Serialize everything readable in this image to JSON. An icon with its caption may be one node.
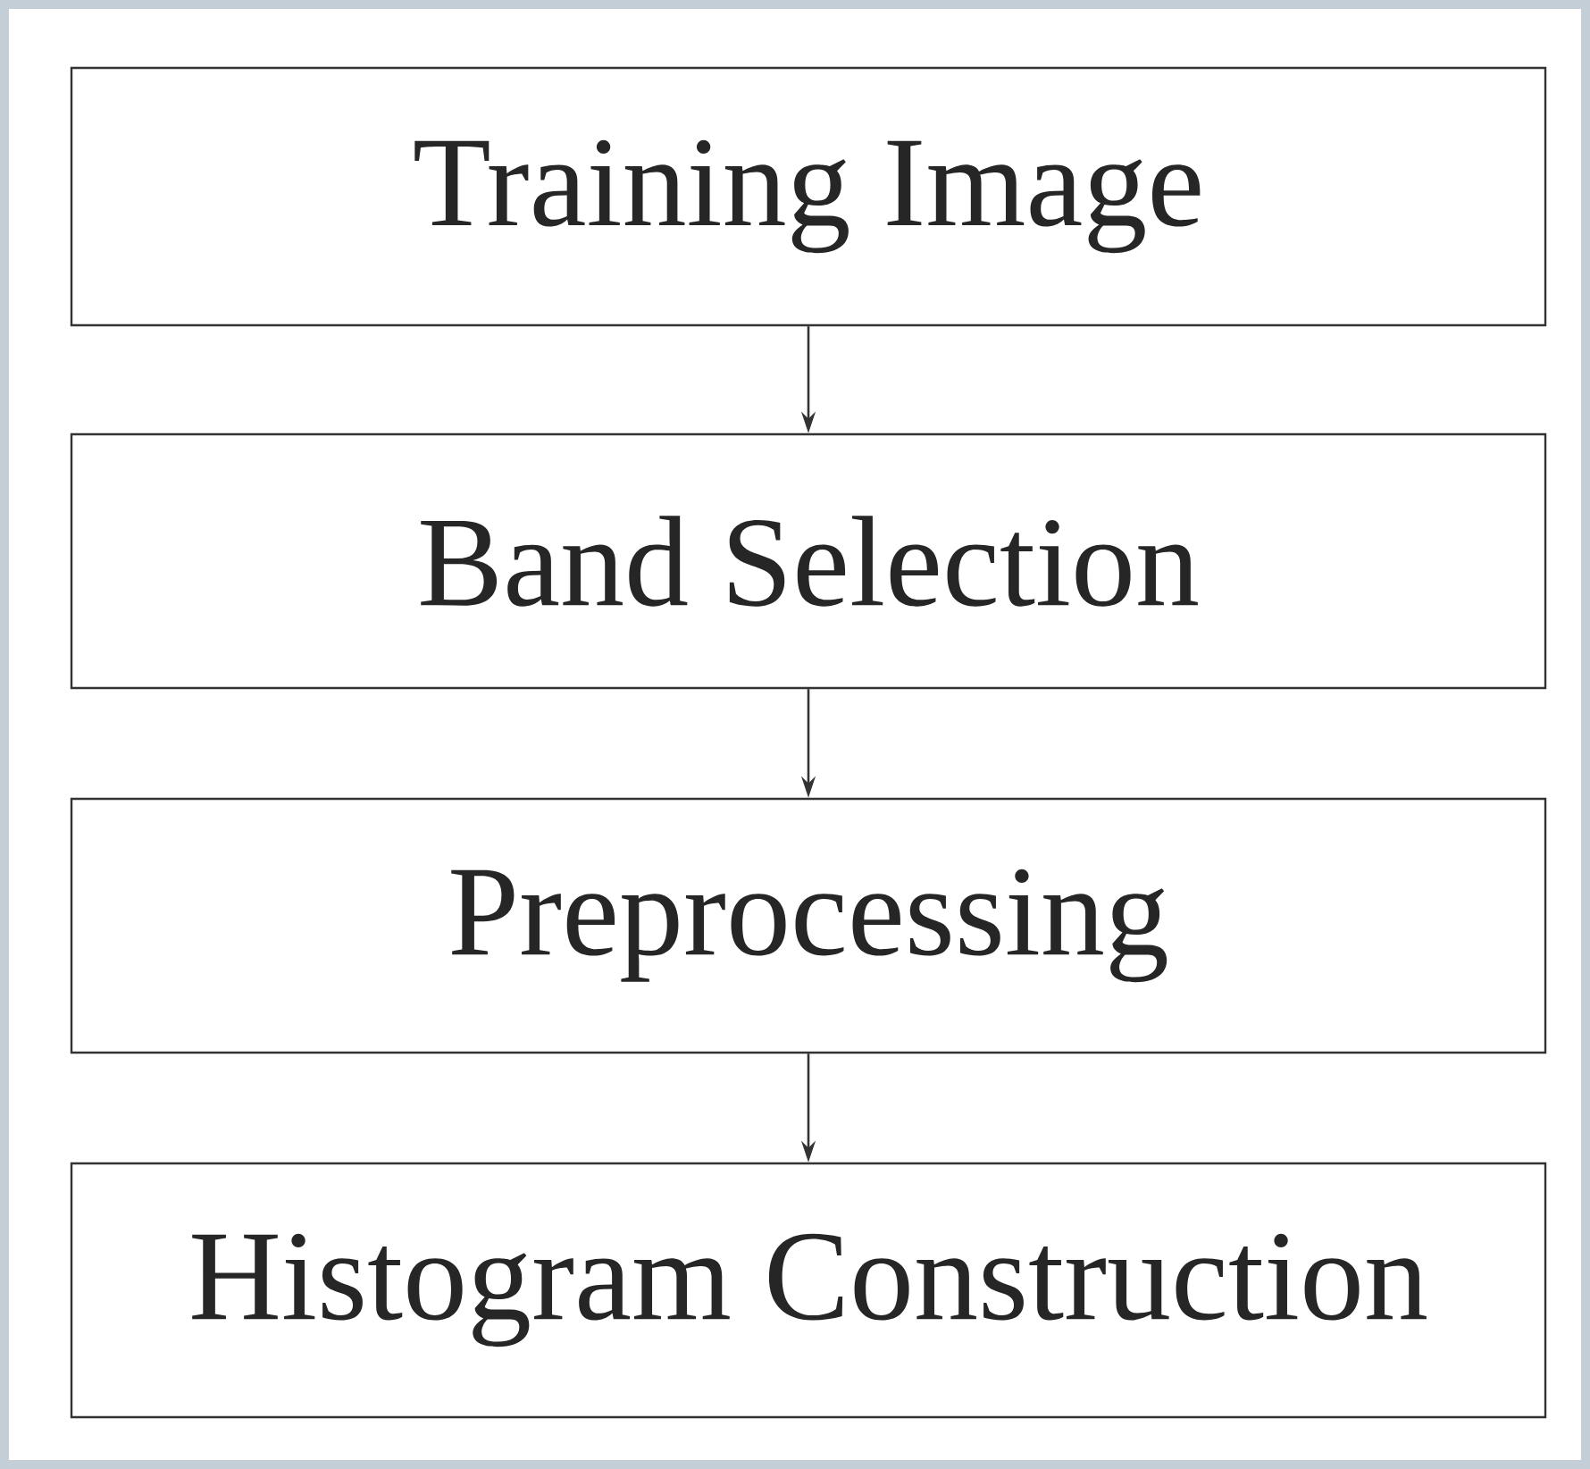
{
  "diagram": {
    "nodes": [
      {
        "text": [
          "Training Image"
        ]
      },
      {
        "text": [
          "Band Selection"
        ]
      },
      {
        "text": [
          "Preprocessing"
        ]
      },
      {
        "text": [
          "Histogram Construction"
        ]
      }
    ],
    "edges": [
      {
        "from": 0,
        "to": 1,
        "arrow": "to"
      },
      {
        "from": 1,
        "to": 2,
        "arrow": "to"
      },
      {
        "from": 2,
        "to": 3,
        "arrow": "to"
      }
    ]
  }
}
